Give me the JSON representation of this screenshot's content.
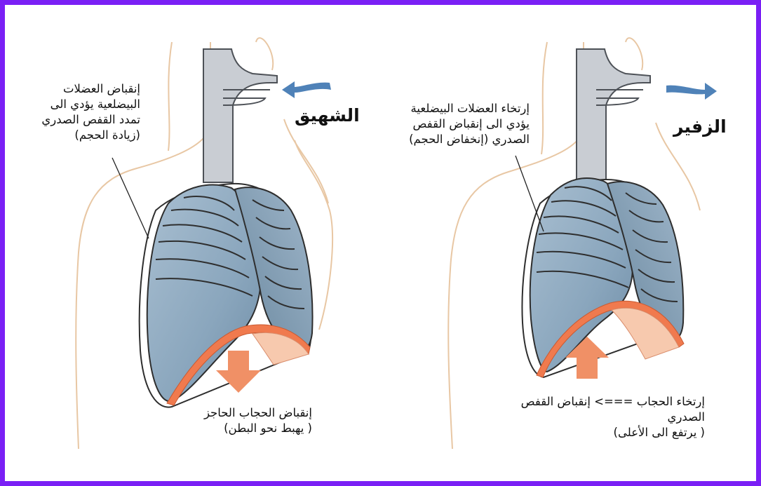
{
  "inhale": {
    "title": "الشهيق",
    "muscles_note": "إنقباض العضلات\nالبيضلعية يؤدي  الى\nتمدد القفص الصدري\n(زيادة الحجم)",
    "diaphragm_note": "إنقباض الحجاب الحاجز\n( يهبط نحو البطن)"
  },
  "exhale": {
    "title": "الزفير",
    "muscles_note": "إرتخاء العضلات البيضلعية\nيؤدي الى  إنقباض القفص\nالصدري (إنخفاض الحجم)",
    "diaphragm_note": "إرتخاء الحجاب ===> إنقباض القفص\nالصدري\n( يرتفع الى الأعلى)"
  },
  "colors": {
    "frame": "#7a1ff5",
    "lung": "#8eaabf",
    "lung_dark": "#5d7c94",
    "airway": "#c9cdd3",
    "diaphragm": "#f07a4e",
    "diaphragm_fill": "#f7c9ae",
    "air_arrow": "#4f82b8",
    "body_outline": "#e8c7a4"
  },
  "icons": [
    "air-in-arrow-icon",
    "air-out-arrow-icon",
    "diaphragm-down-arrow-icon",
    "diaphragm-up-arrow-icon"
  ]
}
